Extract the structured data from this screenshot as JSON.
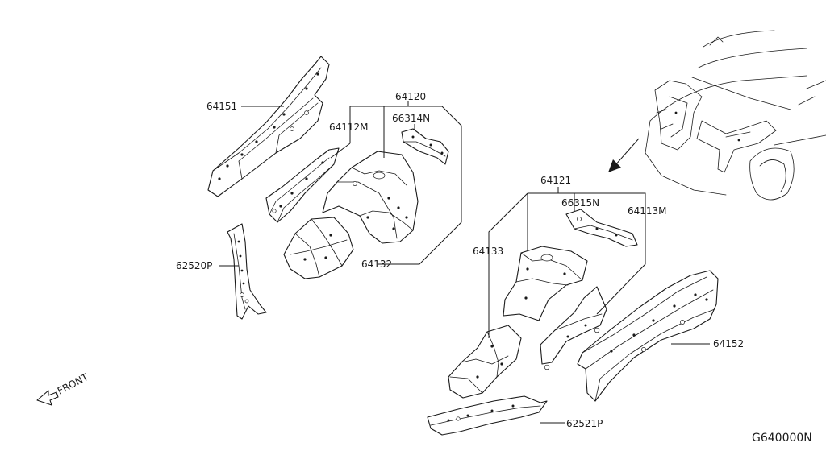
{
  "labels": {
    "p64151": "64151",
    "p64120": "64120",
    "p64112M": "64112M",
    "p66314N": "66314N",
    "p62520P": "62520P",
    "p64132": "64132",
    "p64121": "64121",
    "p66315N": "66315N",
    "p64113M": "64113M",
    "p64133": "64133",
    "p64152": "64152",
    "p62521P": "62521P"
  },
  "direction_label": "FRONT",
  "diagram_code": "G640000N"
}
